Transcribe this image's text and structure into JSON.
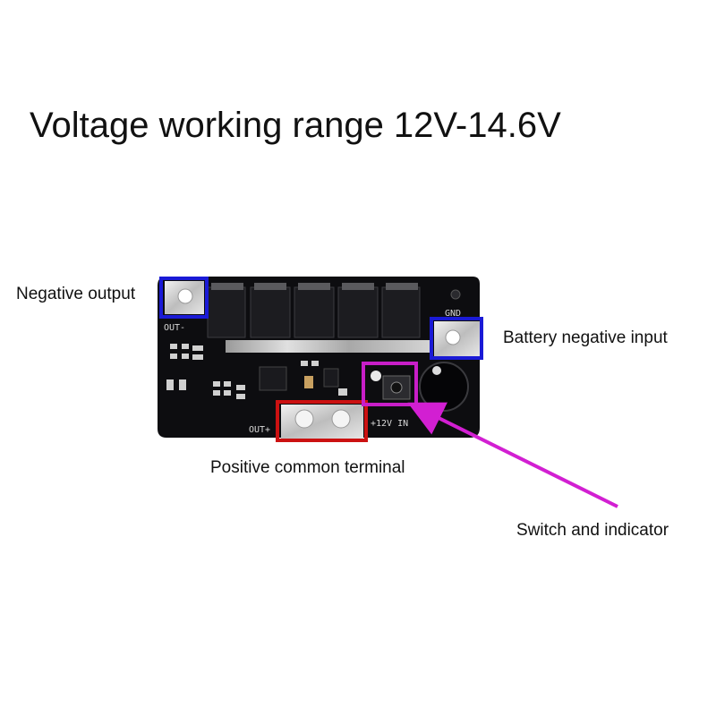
{
  "title": "Voltage working range 12V-14.6V",
  "callouts": {
    "negative_output": "Negative output",
    "battery_negative_input": "Battery negative input",
    "positive_common_terminal": "Positive common terminal",
    "switch_and_indicator": "Switch and indicator"
  },
  "silkscreen": {
    "out_minus": "OUT-",
    "gnd": "GND",
    "out_plus": "OUT+",
    "in_12v": "+12V IN",
    "plus_mark": "+"
  },
  "colors": {
    "board": "#0d0d10",
    "blue_frame": "#1a1ad6",
    "red_frame": "#cc1111",
    "magenta_frame": "#c81ec8",
    "arrow": "#d21fd2"
  }
}
